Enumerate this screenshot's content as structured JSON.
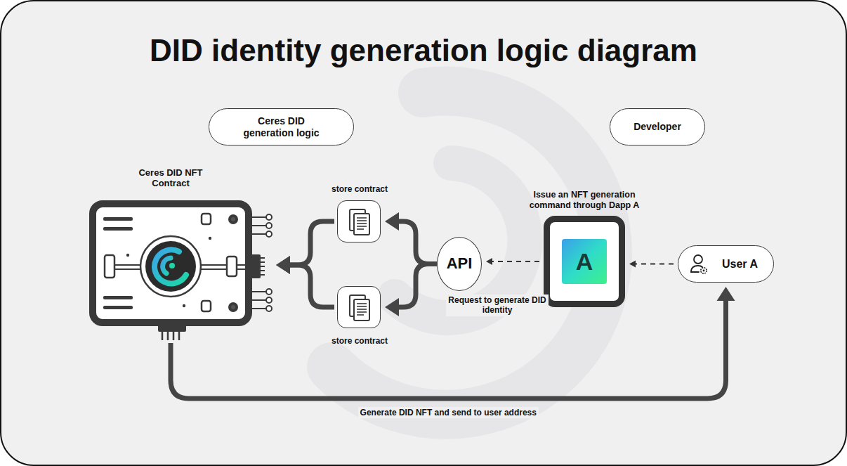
{
  "diagram": {
    "title": "DID identity generation logic diagram",
    "nodes": [
      {
        "text": [
          "Ceres DID generation logic"
        ]
      },
      {
        "text": [
          "Developer"
        ]
      },
      {
        "text": [
          "Ceres DID NFT Contract"
        ]
      },
      {
        "text": [
          "store contract"
        ]
      },
      {
        "text": [
          "Issue an NFT generation command through Dapp A",
          "A"
        ]
      },
      {
        "text": [
          "API"
        ]
      },
      {
        "text": [
          "store contract"
        ]
      },
      {
        "text": [
          "User A"
        ]
      }
    ],
    "edges": [
      {
        "from": 7,
        "to": 4,
        "arrow": "to"
      },
      {
        "from": 4,
        "to": 5,
        "label": "Request to generate DID identity",
        "arrow": "to"
      },
      {
        "from": 5,
        "to": 3,
        "arrow": "to"
      },
      {
        "from": 5,
        "to": 6,
        "arrow": "to"
      },
      {
        "from": 3,
        "to": 2,
        "arrow": "to"
      },
      {
        "from": 6,
        "to": 2,
        "arrow": "to"
      },
      {
        "from": 2,
        "to": 7,
        "label": "Generate DID NFT and send to user address",
        "arrow": "to"
      }
    ]
  }
}
